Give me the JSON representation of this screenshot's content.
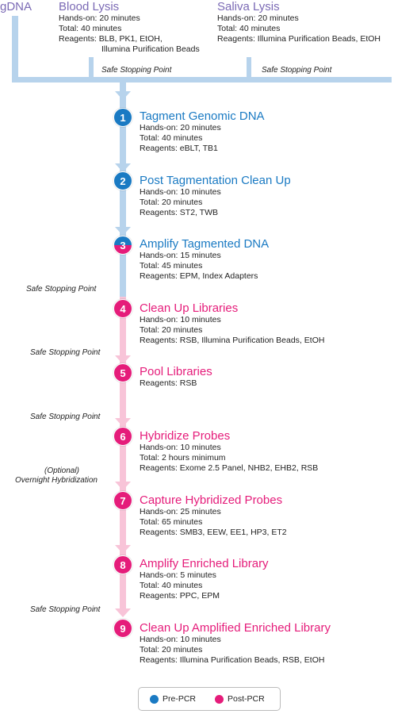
{
  "sources": {
    "gdna": {
      "title": "gDNA"
    },
    "blood": {
      "title": "Blood Lysis",
      "lines": [
        "Hands-on: 20 minutes",
        "Total: 40 minutes",
        "Reagents: BLB, PK1, EtOH,",
        "Illumina Purification Beads"
      ]
    },
    "saliva": {
      "title": "Saliva Lysis",
      "lines": [
        "Hands-on: 20 minutes",
        "Total: 40 minutes",
        "Reagents: Illumina Purification Beads, EtOH"
      ]
    }
  },
  "safe_stopping_point": "Safe Stopping Point",
  "optional": {
    "line1": "(Optional)",
    "line2": "Overnight Hybridization"
  },
  "steps": [
    {
      "number": "1",
      "title": "Tagment Genomic DNA",
      "phase": "pre",
      "lines": [
        "Hands-on: 20 minutes",
        "Total: 40 minutes",
        "Reagents: eBLT, TB1"
      ]
    },
    {
      "number": "2",
      "title": "Post Tagmentation Clean Up",
      "phase": "pre",
      "lines": [
        "Hands-on: 10 minutes",
        "Total: 20 minutes",
        "Reagents: ST2, TWB"
      ]
    },
    {
      "number": "3",
      "title": "Amplify Tagmented DNA",
      "phase": "pre-post",
      "lines": [
        "Hands-on: 15 minutes",
        "Total: 45 minutes",
        "Reagents: EPM, Index Adapters"
      ]
    },
    {
      "number": "4",
      "title": "Clean Up Libraries",
      "phase": "post",
      "lines": [
        "Hands-on: 10 minutes",
        "Total: 20 minutes",
        "Reagents: RSB, Illumina Purification Beads, EtOH"
      ]
    },
    {
      "number": "5",
      "title": "Pool Libraries",
      "phase": "post",
      "lines": [
        "Reagents: RSB"
      ]
    },
    {
      "number": "6",
      "title": "Hybridize Probes",
      "phase": "post",
      "lines": [
        "Hands-on: 10 minutes",
        "Total: 2 hours minimum",
        "Reagents: Exome 2.5 Panel, NHB2, EHB2, RSB"
      ]
    },
    {
      "number": "7",
      "title": "Capture Hybridized Probes",
      "phase": "post",
      "lines": [
        "Hands-on: 25 minutes",
        "Total: 65 minutes",
        "Reagents: SMB3, EEW, EE1, HP3, ET2"
      ]
    },
    {
      "number": "8",
      "title": "Amplify Enriched Library",
      "phase": "post",
      "lines": [
        "Hands-on: 5 minutes",
        "Total: 40 minutes",
        "Reagents: PPC, EPM"
      ]
    },
    {
      "number": "9",
      "title": "Clean Up Amplified Enriched Library",
      "phase": "post",
      "lines": [
        "Hands-on: 10 minutes",
        "Total: 20 minutes",
        "Reagents: Illumina Purification Beads, RSB, EtOH"
      ]
    }
  ],
  "legend": {
    "pre": "Pre-PCR",
    "post": "Post-PCR"
  },
  "colors": {
    "pre": "#1a7ac3",
    "post": "#e51c7a",
    "pre_bar": "#b7d3ec",
    "post_bar": "#f8c4d8",
    "source_title": "#7b6ab5"
  }
}
